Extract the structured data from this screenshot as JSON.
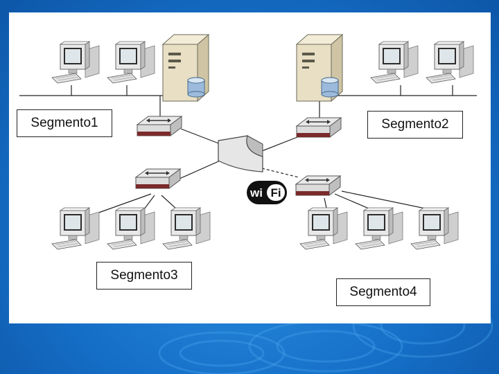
{
  "diagram": {
    "segments": [
      {
        "label": "Segmento1"
      },
      {
        "label": "Segmento2"
      },
      {
        "label": "Segmento3"
      },
      {
        "label": "Segmento4"
      }
    ],
    "wifi": {
      "left": "wi",
      "right": "Fi"
    },
    "colors": {
      "background": "#1670c8",
      "switch_top": "#e9e9e9",
      "switch_front": "#7a2a2a",
      "server_body": "#e8dfc4",
      "monitor_screen": "#dfe6ea"
    }
  }
}
